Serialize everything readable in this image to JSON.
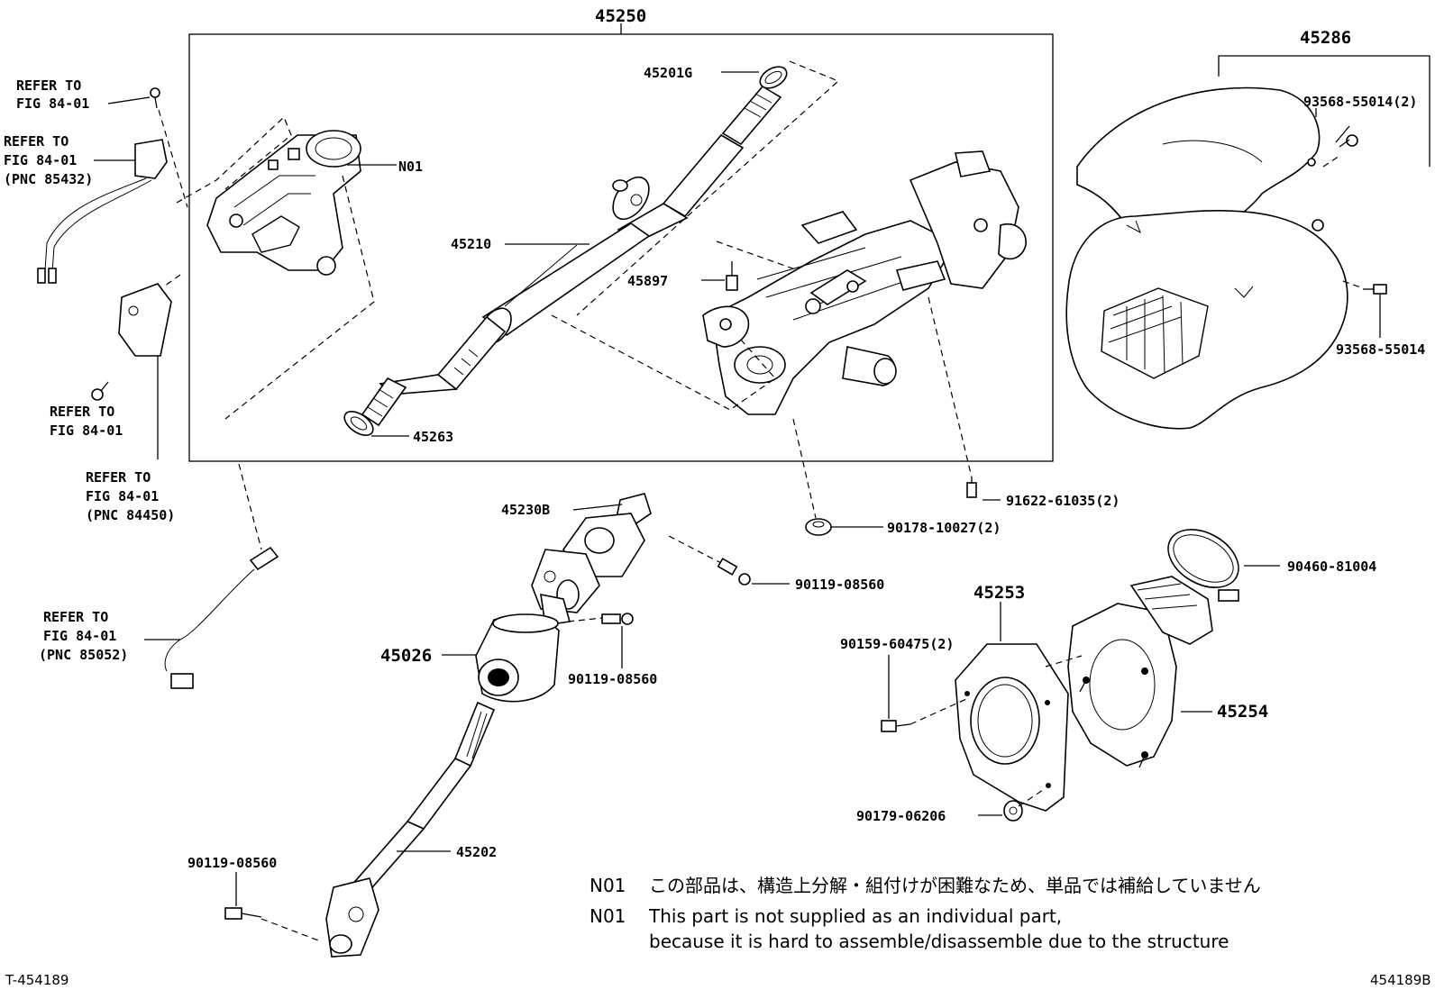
{
  "callouts": {
    "c45250": "45250",
    "c45286": "45286",
    "c45201G": "45201G",
    "cN01": "N01",
    "c45210": "45210",
    "c45897": "45897",
    "c45263": "45263",
    "c93568_a": "93568-55014(2)",
    "c93568_b": "93568-55014",
    "c91622": "91622-61035(2)",
    "c90178": "90178-10027(2)",
    "c45230B": "45230B",
    "c90119_a": "90119-08560",
    "c90119_b": "90119-08560",
    "c90119_c": "90119-08560",
    "c45026": "45026",
    "c45202": "45202",
    "c45253": "45253",
    "c90159": "90159-60475(2)",
    "c45254": "45254",
    "c90179": "90179-06206",
    "c90460": "90460-81004"
  },
  "references": {
    "r1": [
      "REFER TO",
      "FIG 84-01"
    ],
    "r2": [
      "REFER TO",
      "FIG 84-01",
      "(PNC 85432)"
    ],
    "r3": [
      "REFER TO",
      "FIG 84-01"
    ],
    "r4": [
      "REFER TO",
      "FIG 84-01",
      "(PNC 84450)"
    ],
    "r5": [
      "REFER TO",
      "FIG 84-01",
      "(PNC 85052)"
    ]
  },
  "notes": {
    "n1_code": "N01",
    "n1_text": "この部品は、構造上分解・組付けが困難なため、単品では補給していません",
    "n2_code": "N01",
    "n2_line1": "This part is not supplied as an individual part,",
    "n2_line2": "because it is hard to assemble/disassemble due to the structure"
  },
  "footer": {
    "left": "T-454189",
    "right": "454189B"
  }
}
